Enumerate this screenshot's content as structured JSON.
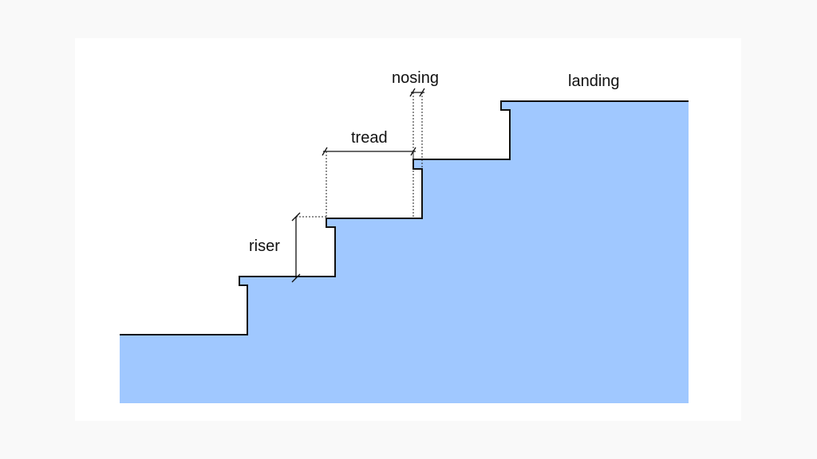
{
  "diagram": {
    "labels": {
      "riser": "riser",
      "tread": "tread",
      "nosing": "nosing",
      "landing": "landing"
    },
    "colors": {
      "fill": "#a0c8ff",
      "outline": "#111111",
      "panel": "#ffffff",
      "background": "#f9f9f9"
    }
  }
}
